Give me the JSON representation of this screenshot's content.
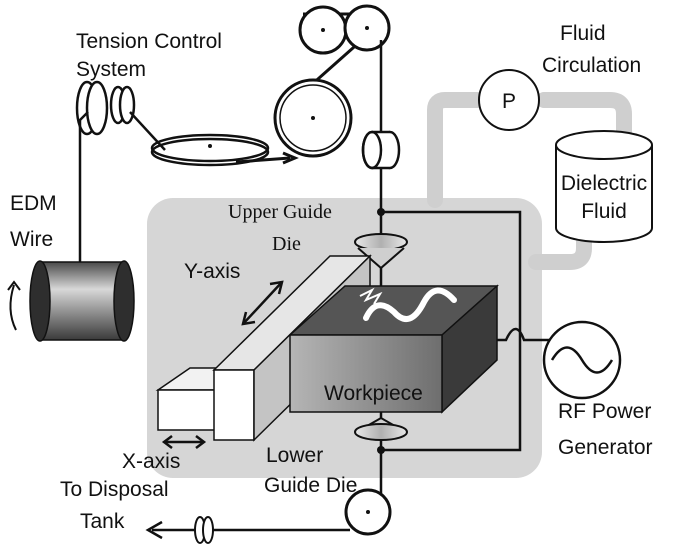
{
  "labels": {
    "tension_control_line1": "Tension Control",
    "tension_control_line2": "System",
    "fluid_circulation_line1": "Fluid",
    "fluid_circulation_line2": "Circulation",
    "pump_symbol": "P",
    "dielectric_line1": "Dielectric",
    "dielectric_line2": "Fluid",
    "edm_wire_line1": "EDM",
    "edm_wire_line2": "Wire",
    "upper_guide_line1": "Upper Guide",
    "upper_guide_line2": "Die",
    "y_axis": "Y-axis",
    "workpiece": "Workpiece",
    "rf_power_line1": "RF Power",
    "rf_power_line2": "Generator",
    "x_axis": "X-axis",
    "lower_guide_line1": "Lower",
    "lower_guide_line2": "Guide Die",
    "disposal_line1": "To Disposal",
    "disposal_line2": "Tank"
  },
  "colors": {
    "enclosure": "#d6d6d6",
    "fluid_pipe": "#cfcfcf",
    "workpiece_front": "#8a8a8a",
    "workpiece_top": "#555555",
    "workpiece_side": "#3a3a3a",
    "spark": "#ffffff"
  }
}
